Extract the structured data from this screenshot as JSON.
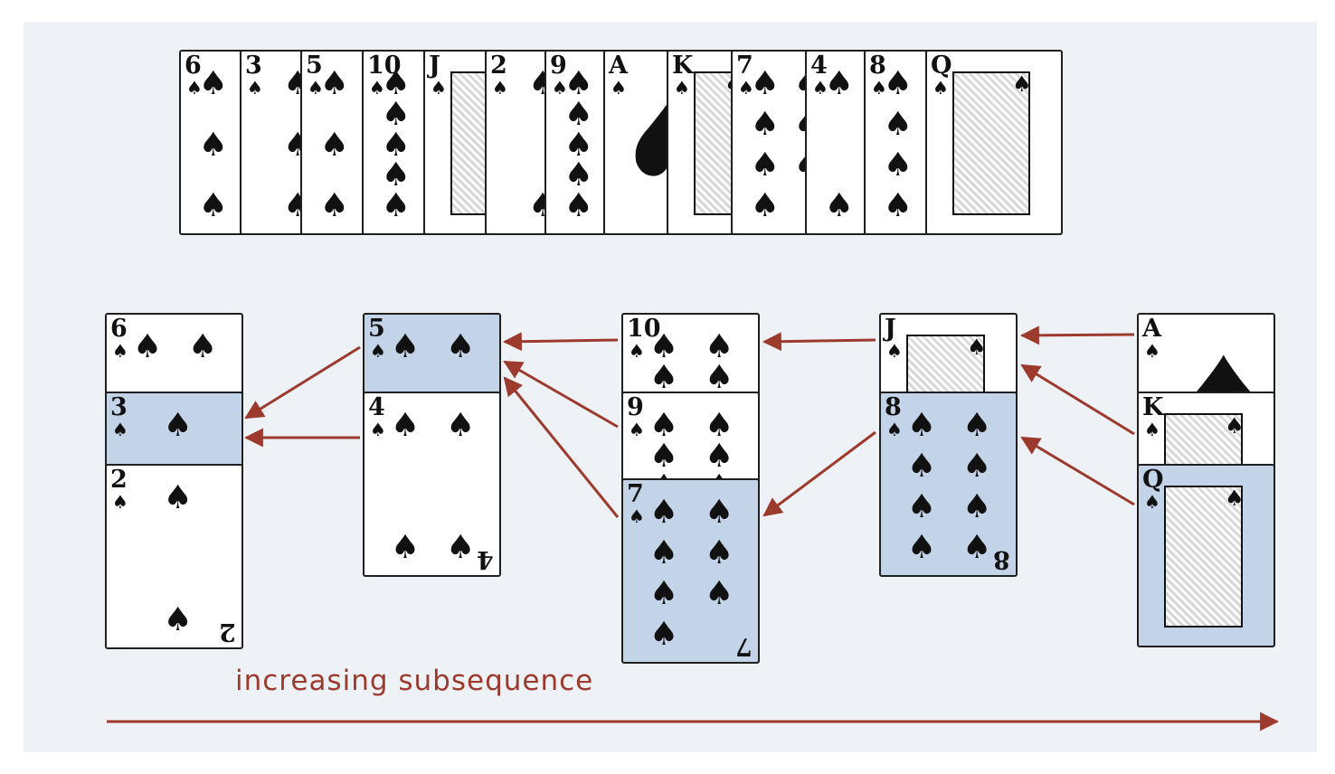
{
  "top_row": {
    "cards": [
      {
        "rank": "6",
        "suit": "♠"
      },
      {
        "rank": "3",
        "suit": "♠"
      },
      {
        "rank": "5",
        "suit": "♠"
      },
      {
        "rank": "10",
        "suit": "♠"
      },
      {
        "rank": "J",
        "suit": "♠"
      },
      {
        "rank": "2",
        "suit": "♠"
      },
      {
        "rank": "9",
        "suit": "♠"
      },
      {
        "rank": "A",
        "suit": "♠"
      },
      {
        "rank": "K",
        "suit": "♠"
      },
      {
        "rank": "7",
        "suit": "♠"
      },
      {
        "rank": "4",
        "suit": "♠"
      },
      {
        "rank": "8",
        "suit": "♠"
      },
      {
        "rank": "Q",
        "suit": "♠"
      }
    ]
  },
  "piles": [
    {
      "cards": [
        {
          "rank": "6",
          "highlighted": false
        },
        {
          "rank": "3",
          "highlighted": true
        },
        {
          "rank": "2",
          "highlighted": false
        }
      ]
    },
    {
      "cards": [
        {
          "rank": "5",
          "highlighted": true
        },
        {
          "rank": "4",
          "highlighted": false
        }
      ]
    },
    {
      "cards": [
        {
          "rank": "10",
          "highlighted": false
        },
        {
          "rank": "9",
          "highlighted": false
        },
        {
          "rank": "7",
          "highlighted": true
        }
      ]
    },
    {
      "cards": [
        {
          "rank": "J",
          "highlighted": false
        },
        {
          "rank": "8",
          "highlighted": true
        }
      ]
    },
    {
      "cards": [
        {
          "rank": "A",
          "highlighted": false
        },
        {
          "rank": "K",
          "highlighted": false
        },
        {
          "rank": "Q",
          "highlighted": true
        }
      ]
    }
  ],
  "caption": "increasing subsequence",
  "colors": {
    "arrow": "#9c3a2e",
    "highlight": "#c3d3e8",
    "panel": "#eef2f6"
  }
}
